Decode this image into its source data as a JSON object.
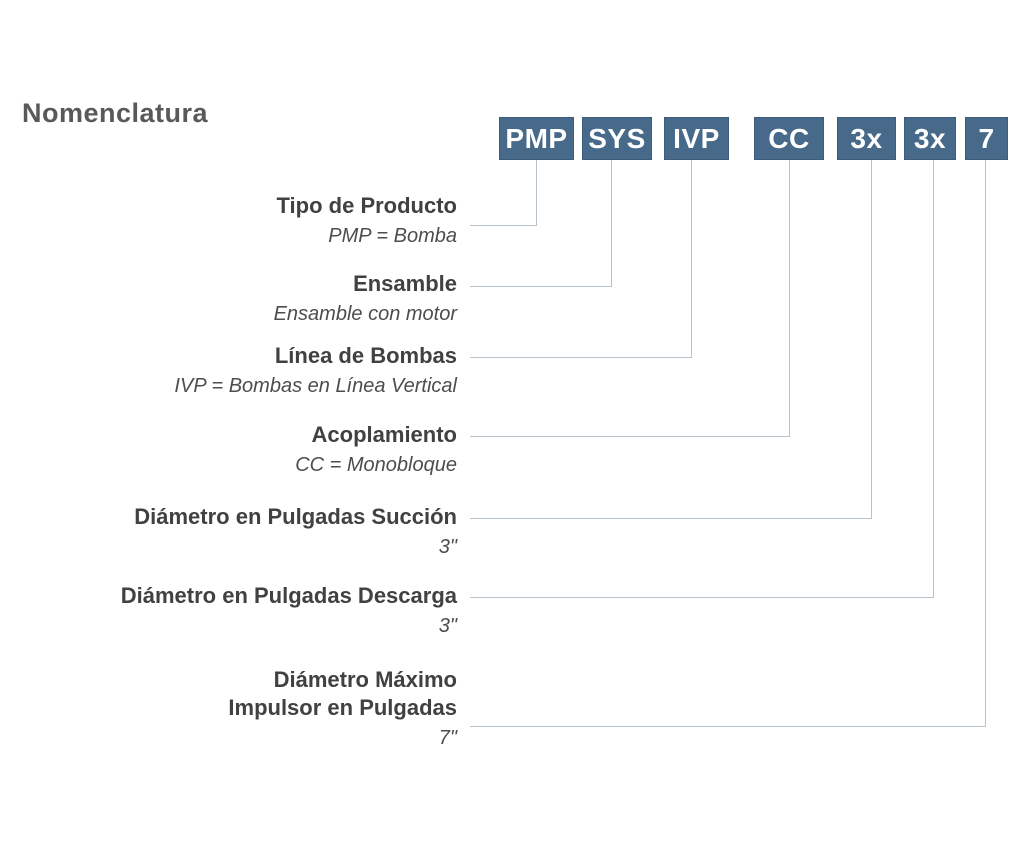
{
  "title": "Nomenclatura",
  "colors": {
    "box_fill": "#47698a",
    "box_text": "#ffffff",
    "connector_line": "#b9c3cb",
    "label_text": "#414042",
    "subtitle_text": "#4d4d4f",
    "background": "#ffffff"
  },
  "code_boxes": [
    "PMP",
    "SYS",
    "IVP",
    "CC",
    "3x",
    "3x",
    "7"
  ],
  "rows": [
    {
      "title": "Tipo de Producto",
      "subtitle": "PMP = Bomba"
    },
    {
      "title": "Ensamble",
      "subtitle": "Ensamble con motor"
    },
    {
      "title": "Línea de Bombas",
      "subtitle": "IVP = Bombas en Línea Vertical"
    },
    {
      "title": "Acoplamiento",
      "subtitle": "CC = Monobloque"
    },
    {
      "title": "Diámetro en Pulgadas Succión",
      "subtitle": "3\""
    },
    {
      "title": "Diámetro en Pulgadas Descarga",
      "subtitle": "3\""
    },
    {
      "title": "Diámetro Máximo\nImpulsor en Pulgadas",
      "subtitle": "7\""
    }
  ]
}
